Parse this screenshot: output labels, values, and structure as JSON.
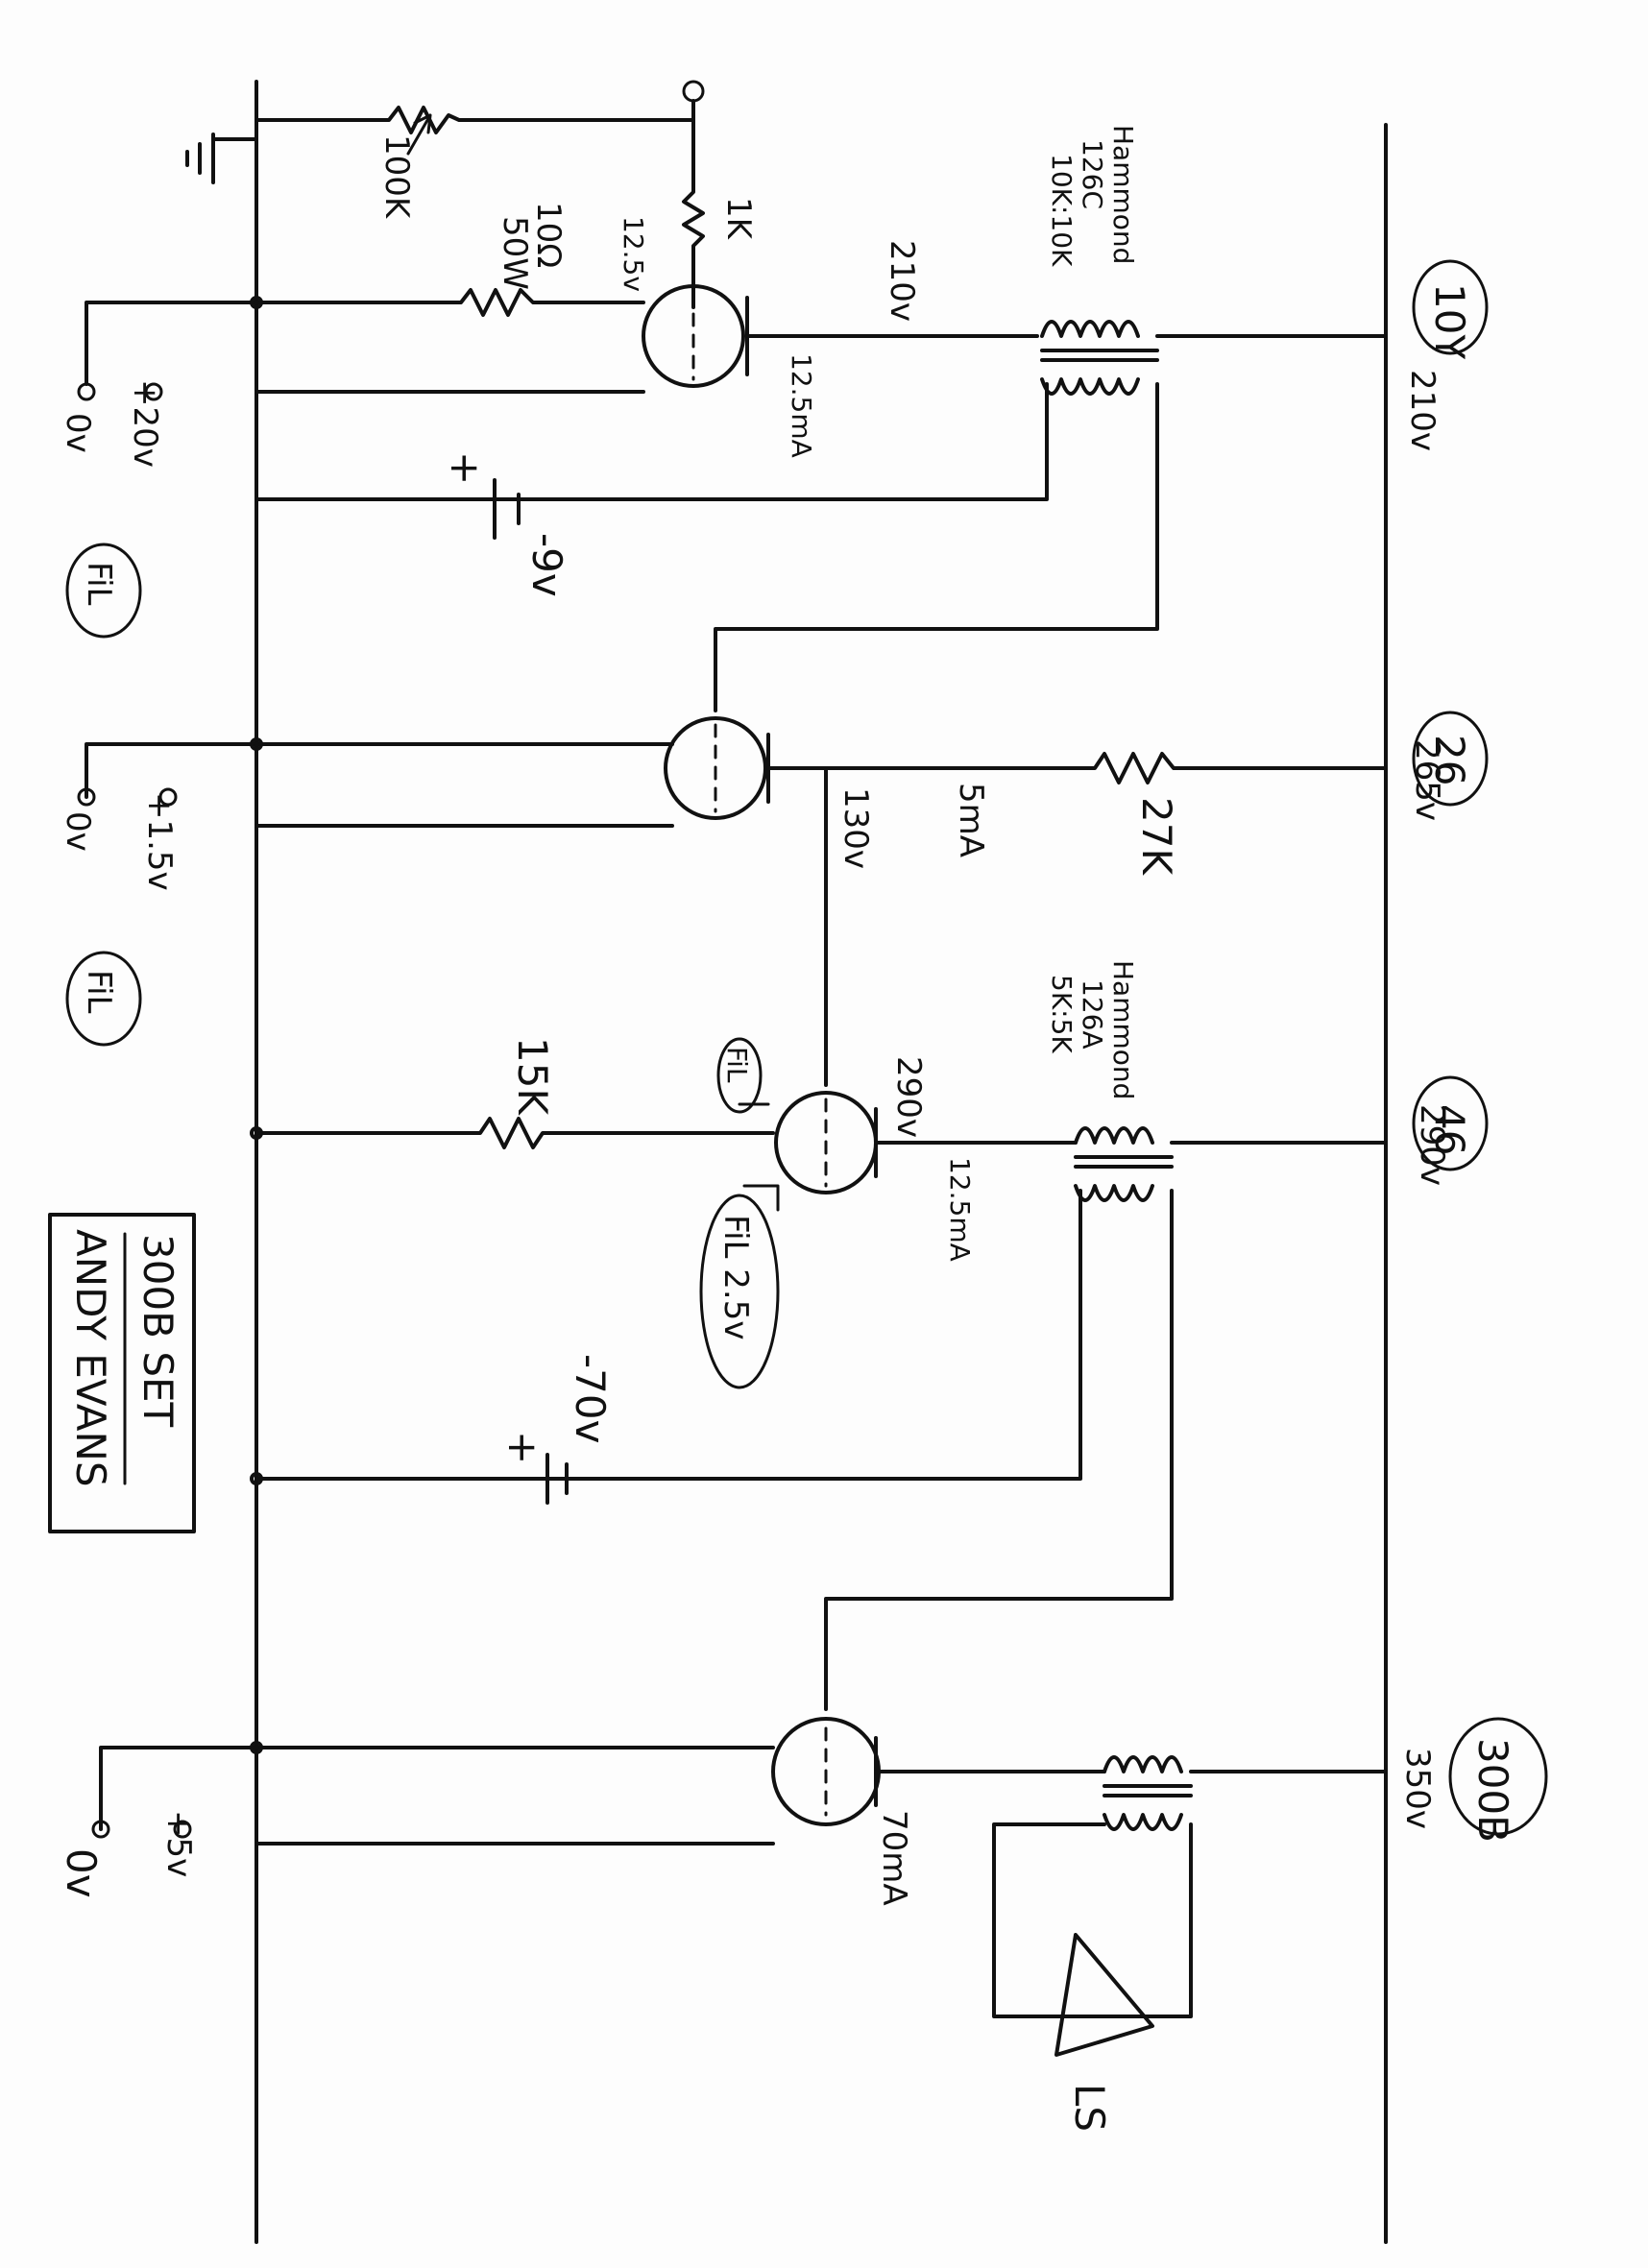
{
  "title_box": {
    "line1": "300B SET",
    "line2": "ANDY EVANS"
  },
  "tubes": [
    {
      "name": "10Y",
      "supply": "210v"
    },
    {
      "name": "26",
      "supply": "265v"
    },
    {
      "name": "46",
      "supply": "290v"
    },
    {
      "name": "300B",
      "supply": "350v"
    }
  ],
  "stage1": {
    "pot": "100K",
    "grid_stopper": "1K",
    "cathode_res": "10Ω",
    "cathode_res_watt": "50W",
    "cathode_v": "12.5v",
    "plate_v": "210v",
    "plate_current": "12.5mA",
    "transformer": [
      "Hammond",
      "126C",
      "10K:10K"
    ],
    "bias": "-9v",
    "filament_plus": "+20v",
    "filament_zero": "0v",
    "fil_label": "FiL"
  },
  "stage2": {
    "plate_res": "27K",
    "plate_v": "130v",
    "plate_current": "5mA",
    "filament_plus": "+1.5v",
    "filament_zero": "0v",
    "fil_label": "FiL"
  },
  "stage3": {
    "grid_res": "15K",
    "plate_v": "290v",
    "plate_current": "12.5mA",
    "transformer": [
      "Hammond",
      "126A",
      "5K:5K"
    ],
    "fil_label": "FiL",
    "fil_label2": "FiL 2.5v",
    "bias": "-70v"
  },
  "stage4": {
    "plate_current": "70mA",
    "filament_plus": "+5v",
    "filament_zero": "0v",
    "speaker": "LS"
  },
  "plus_sign": "+"
}
